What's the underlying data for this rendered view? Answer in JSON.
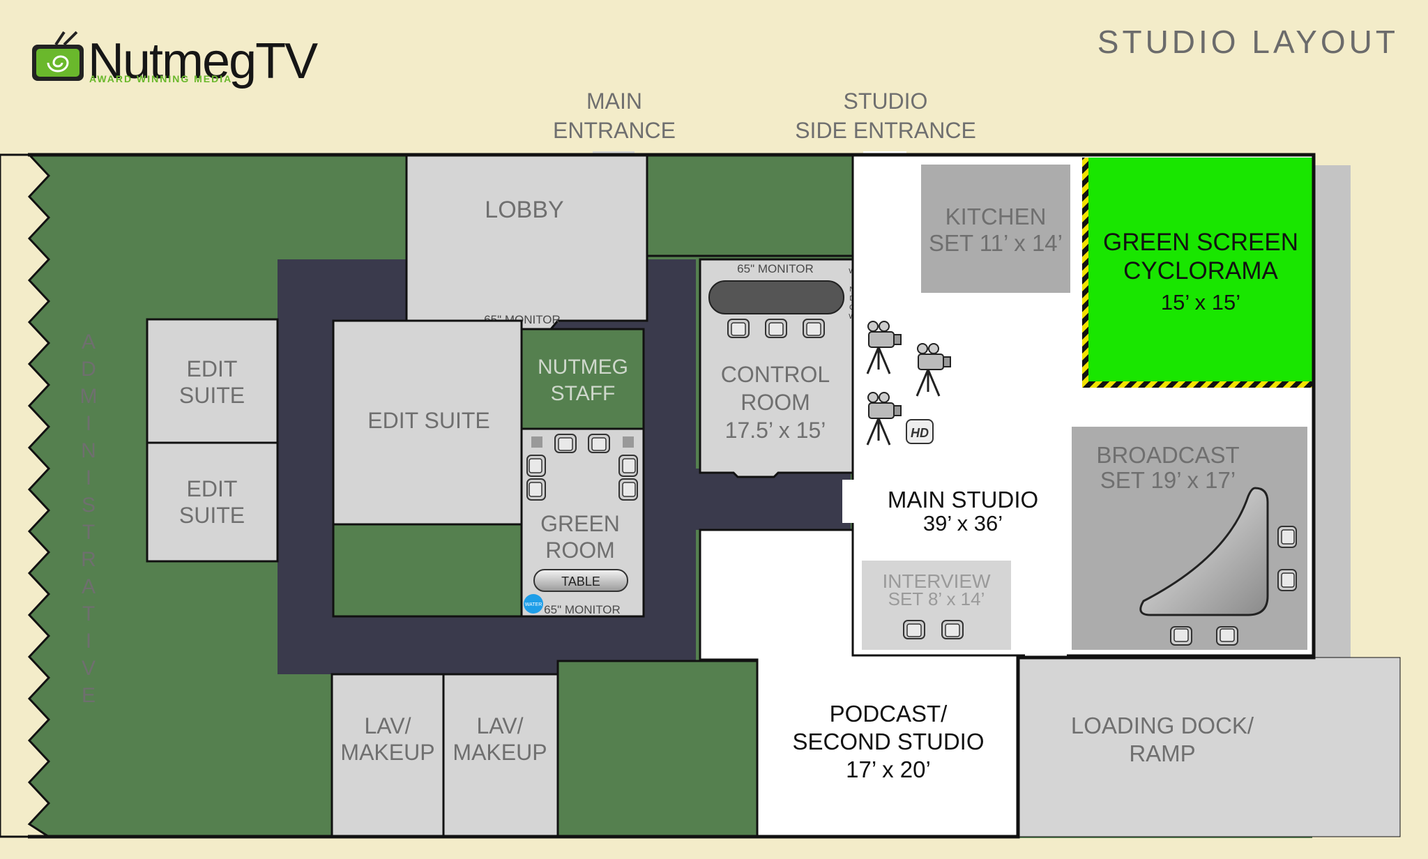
{
  "logo": {
    "wordmark": "NutmegTV",
    "tagline": "AWARD WINNING MEDIA"
  },
  "title": "STUDIO LAYOUT",
  "entrances": {
    "main": [
      "MAIN",
      "ENTRANCE"
    ],
    "side": [
      "STUDIO",
      "SIDE ENTRANCE"
    ]
  },
  "rooms": {
    "lobby": "LOBBY",
    "lobby_monitor": "65\" MONITOR",
    "administrative": [
      "A",
      "D",
      "M",
      "I",
      "N",
      "I",
      "S",
      "T",
      "R",
      "A",
      "T",
      "I",
      "V",
      "E"
    ],
    "edit_suite_1": [
      "EDIT",
      "SUITE"
    ],
    "edit_suite_2": [
      "EDIT",
      "SUITE"
    ],
    "edit_suite_main": "EDIT SUITE",
    "nutmeg_staff": [
      "NUTMEG",
      "STAFF"
    ],
    "green_room": [
      "GREEN",
      "ROOM"
    ],
    "green_room_table": "TABLE",
    "green_room_water": "WATER",
    "green_room_monitor": "65\" MONITOR",
    "control_room": [
      "CONTROL",
      "ROOM",
      "17.5’ x 15’"
    ],
    "control_monitor": "65\" MONITOR",
    "window": [
      "W",
      "I",
      "N",
      "D",
      "O",
      "W"
    ],
    "kitchen_set": [
      "KITCHEN",
      "SET 11’ x 14’"
    ],
    "green_screen": [
      "GREEN SCREEN",
      "CYCLORAMA",
      "15’ x 15’"
    ],
    "hd_badge": "HD",
    "main_studio": [
      "MAIN STUDIO",
      "39’ x 36’"
    ],
    "broadcast_set": [
      "BROADCAST",
      "SET 19’ x 17’"
    ],
    "interview_set": [
      "INTERVIEW",
      "SET 8’ x 14’"
    ],
    "lav_makeup_1": [
      "LAV/",
      "MAKEUP"
    ],
    "lav_makeup_2": [
      "LAV/",
      "MAKEUP"
    ],
    "podcast_studio": [
      "PODCAST/",
      "SECOND STUDIO",
      "17’ x 20’"
    ],
    "loading_dock": [
      "LOADING DOCK/",
      "RAMP"
    ]
  },
  "colors": {
    "background": "#f3ecc9",
    "admin_green": "#55804f",
    "corridor": "#3a3a4c",
    "room_gray": "#d5d5d5",
    "studio_white": "#ffffff",
    "green_screen": "#19e600",
    "set_gray": "#acacac"
  }
}
